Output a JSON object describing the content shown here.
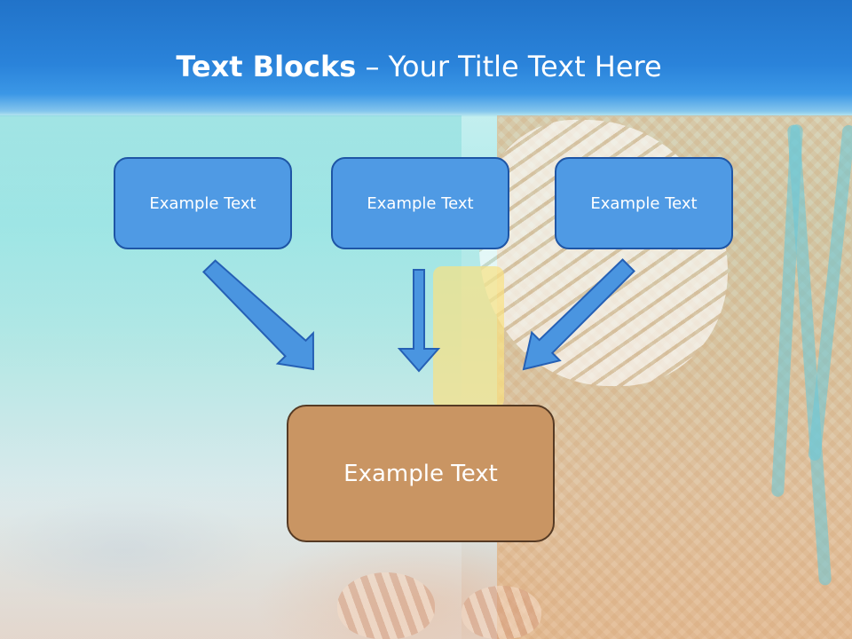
{
  "title": {
    "bold": "Text Blocks",
    "rest": " – Your Title Text Here"
  },
  "boxes": [
    {
      "label": "Example Text"
    },
    {
      "label": "Example Text"
    },
    {
      "label": "Example Text"
    }
  ],
  "result": {
    "label": "Example Text"
  },
  "colors": {
    "header": "#2a83da",
    "box_fill": "#4f9ae4",
    "box_border": "#1e55a5",
    "result_fill": "#c99563",
    "result_border": "#553a24",
    "arrow": "#4a95e0"
  }
}
